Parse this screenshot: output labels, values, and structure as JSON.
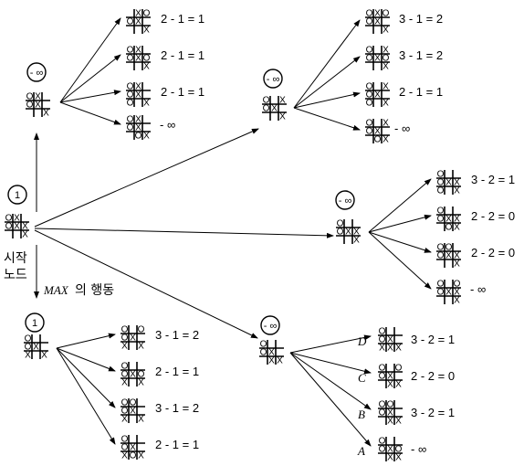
{
  "start_label_line1": "시작",
  "start_label_line2": "노드",
  "max_label": "MAX",
  "max_label_suffix": "의 행동",
  "nodes": [
    {
      "id": "root",
      "board": [
        "OX",
        [
          "O",
          "X",
          ""
        ],
        [
          "",
          "",
          "X"
        ]
      ],
      "circle": "1"
    },
    {
      "id": "A",
      "board": [
        "OX",
        [
          "O",
          "X",
          ""
        ],
        [
          "",
          "",
          "X"
        ]
      ],
      "circle": "- ∞"
    },
    {
      "id": "B",
      "circle": "- ∞"
    },
    {
      "id": "C",
      "circle": "- ∞"
    },
    {
      "id": "D",
      "circle": "1"
    },
    {
      "id": "E",
      "circle": "- ∞"
    }
  ],
  "leaf_values": {
    "a": [
      "2 - 1 = 1",
      "2 - 1 = 1",
      "2 - 1 = 1",
      "- ∞"
    ],
    "b": [
      "3 - 1 = 2",
      "3 - 1 = 2",
      "2 - 1 = 1",
      "- ∞"
    ],
    "c": [
      "3 - 2 = 1",
      "2 - 2 = 0",
      "2 - 2 = 0",
      "- ∞"
    ],
    "d": [
      "3 - 1 = 2",
      "2 - 1 = 1",
      "3 - 1 = 2",
      "2 - 1 = 1"
    ],
    "e": [
      "3 - 2 = 1",
      "2 - 2 = 0",
      "3 - 2 = 1",
      "- ∞"
    ]
  },
  "e_letters": [
    "D",
    "C",
    "B",
    "A"
  ]
}
